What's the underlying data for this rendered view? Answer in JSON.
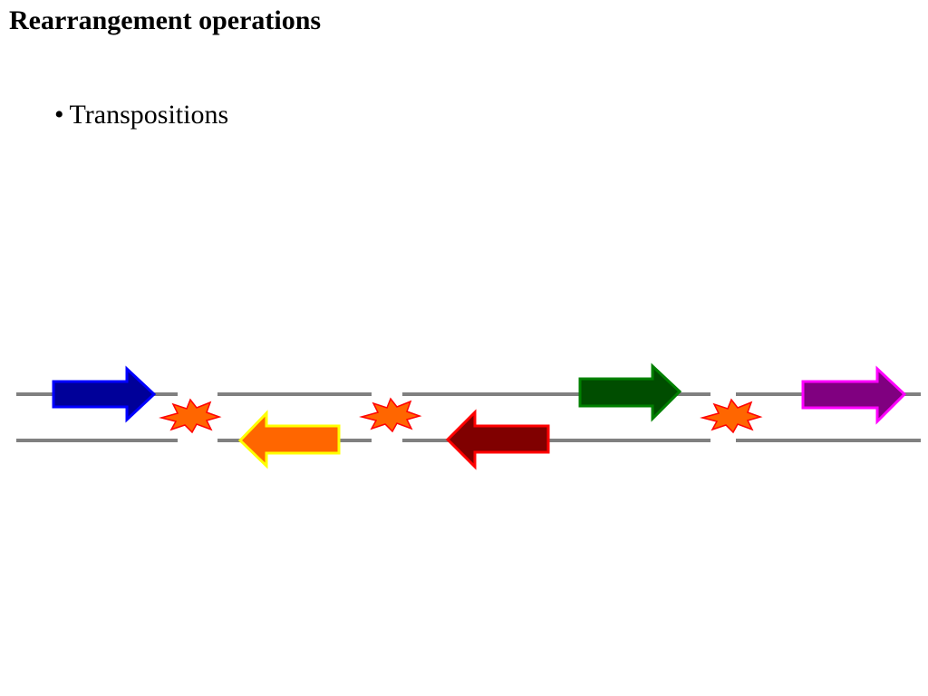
{
  "slide": {
    "title": "Rearrangement operations",
    "bullets": [
      {
        "marker": "•",
        "text": "Transpositions"
      }
    ]
  },
  "diagram": {
    "line_color": "#808080",
    "breakpoint_colors": {
      "fill": "#ff6600",
      "stroke": "#ff0000"
    },
    "genes": [
      {
        "name": "blue",
        "direction": "right",
        "strand": "top",
        "fill": "#000099",
        "stroke": "#0000ff"
      },
      {
        "name": "orange",
        "direction": "left",
        "strand": "bottom",
        "fill": "#ff6600",
        "stroke": "#ffff00"
      },
      {
        "name": "red",
        "direction": "left",
        "strand": "bottom",
        "fill": "#800000",
        "stroke": "#ff0000"
      },
      {
        "name": "green",
        "direction": "right",
        "strand": "top",
        "fill": "#004d00",
        "stroke": "#008000"
      },
      {
        "name": "magenta",
        "direction": "right",
        "strand": "top",
        "fill": "#800080",
        "stroke": "#ff00ff"
      }
    ],
    "breakpoints": 3
  }
}
